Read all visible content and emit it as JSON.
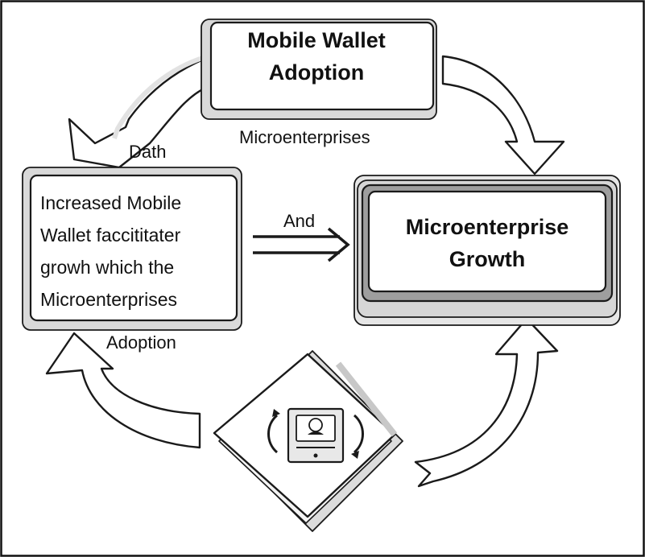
{
  "diagram": {
    "adoption_box": {
      "title_line1": "Mobile Wallet",
      "title_line2": "Adoption"
    },
    "growth_box": {
      "title_line1": "Microenterprise",
      "title_line2": "Growth"
    },
    "left_box": {
      "lines": [
        "Increased Mobile",
        "Wallet faccititater",
        "growh which the",
        "Microenterprises"
      ]
    },
    "labels": {
      "top_center": "Microenterprises",
      "top_left": "Dath",
      "middle": "And",
      "bottom_left": "Adoption"
    },
    "center_icon": "mobile-wallet-device-icon",
    "colors": {
      "stroke": "#1a1a1a",
      "fill": "#ffffff",
      "shadow": "#d4d4d4"
    }
  }
}
